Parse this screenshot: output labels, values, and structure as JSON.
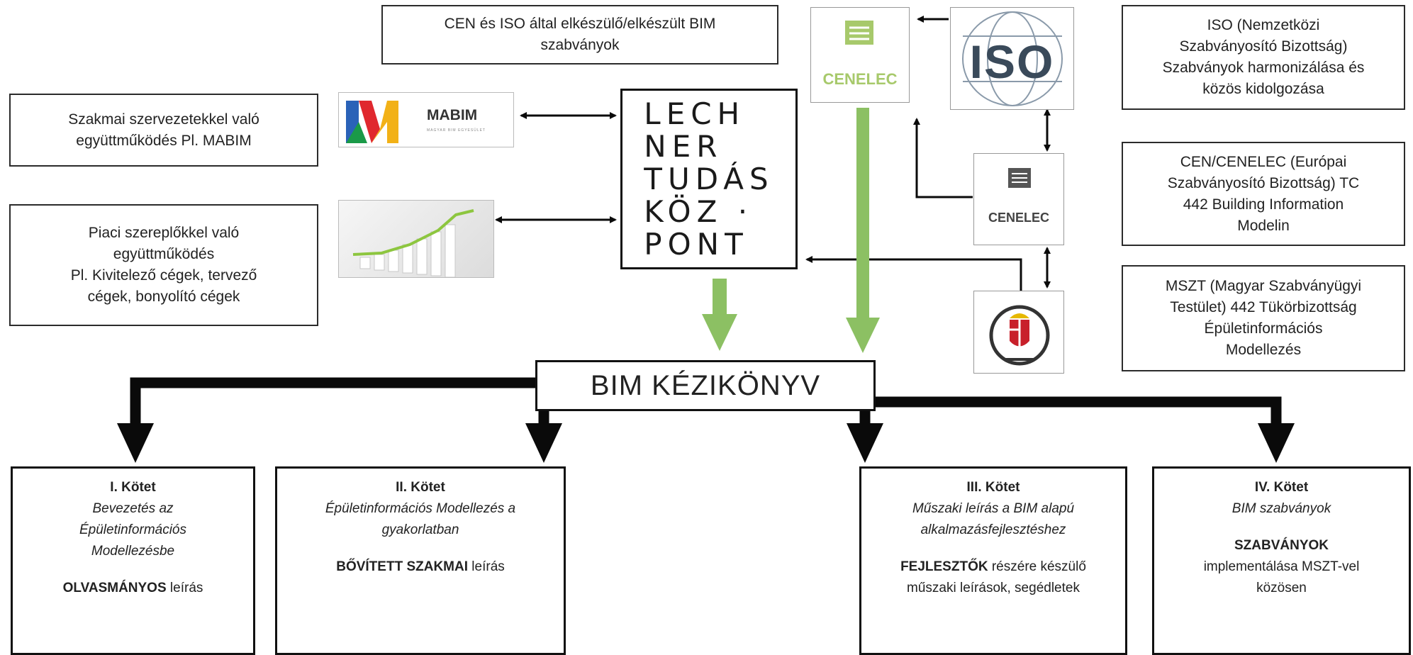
{
  "top_note": {
    "line1": "CEN és ISO által elkészülő/elkészült BIM",
    "line2": "szabványok"
  },
  "left_boxes": {
    "mabim_note": {
      "line1": "Szakmai szervezetekkel való",
      "line2": "együttműködés Pl. MABIM"
    },
    "market_note": {
      "line1": "Piaci szereplőkkel való",
      "line2": "együttműködés",
      "line3": "Pl. Kivitelező cégek, tervező",
      "line4": "cégek, bonyolító cégek"
    }
  },
  "logos": {
    "mabim_text": "MABIM",
    "mabim_subtext": "MAGYAR BIM EGYESÜLET",
    "cenelec_top": "CENELEC",
    "iso": "ISO",
    "cenelec_mid": "CENELEC"
  },
  "center": {
    "line1": "LECH",
    "line2": "NER",
    "line3": "TUDÁS",
    "line4": "KÖZ ·",
    "line5": "PONT"
  },
  "right_boxes": {
    "iso_note": {
      "line1": "ISO (Nemzetközi",
      "line2": "Szabványosító Bizottság)",
      "line3": "Szabványok harmonizálása és",
      "line4": "közös kidolgozása"
    },
    "cen_note": {
      "line1": "CEN/CENELEC (Európai",
      "line2": "Szabványosító Bizottság) TC",
      "line3": "442 Building Information",
      "line4": "Modelin"
    },
    "mszt_note": {
      "line1": "MSZT (Magyar Szabványügyi",
      "line2": "Testület) 442 Tükörbizottság",
      "line3": "Épületinformációs",
      "line4": "Modellezés"
    }
  },
  "bim": "BIM KÉZIKÖNYV",
  "volumes": [
    {
      "title": "I. Kötet",
      "subtitle1": "Bevezetés az",
      "subtitle2": "Épületinformációs",
      "subtitle3": "Modellezésbe",
      "bold": "OLVASMÁNYOS",
      "rest": " leírás"
    },
    {
      "title": "II. Kötet",
      "subtitle1": "Épületinformációs Modellezés a",
      "subtitle2": "gyakorlatban",
      "bold": "BŐVÍTETT SZAKMAI",
      "rest": " leírás"
    },
    {
      "title": "III. Kötet",
      "subtitle1": "Műszaki leírás a BIM alapú",
      "subtitle2": "alkalmazásfejlesztéshez",
      "bold": "FEJLESZTŐK",
      "rest": " részére készülő",
      "line3": "műszaki leírások, segédletek"
    },
    {
      "title": "IV. Kötet",
      "subtitle1": "BIM szabványok",
      "bold": "SZABVÁNYOK",
      "line2": "implementálása MSZT-vel",
      "line3": "közösen"
    }
  ],
  "colors": {
    "green_arrow": "#8cc063",
    "black_arrow": "#0a0a0a",
    "iso_blue": "#3a4a5a"
  }
}
